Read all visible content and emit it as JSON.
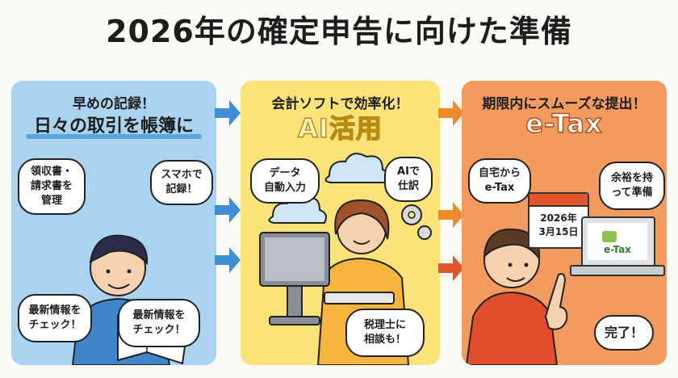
{
  "title": "2026年の確定申告に向けた準備",
  "panel1": {
    "heading1": "早めの記録！",
    "heading2": "日々の取引を帳簿に",
    "bubbles": [
      "領収書・\n請求書を\n管理",
      "スマホで\n記録！",
      "最新情報を\nチェック！",
      "最新情報を\nチェック！"
    ]
  },
  "panel2": {
    "heading1": "会計ソフトで効率化！",
    "heading2": "AI活用",
    "bubbles": [
      "データ\n自動入力",
      "AIで\n仕訳",
      "税理士に\n相談も！"
    ]
  },
  "panel3": {
    "heading1": "期限内にスムーズな提出！",
    "heading2": "e-Tax",
    "bubbles": [
      "自宅から\ne-Tax",
      "余裕を持\nって準備",
      "完了！"
    ],
    "calendar_text": "2026年\n3月15日",
    "laptop_text": "e-Tax"
  },
  "colors": {
    "panel1": "#a9d3f0",
    "panel2": "#fbe37a",
    "panel3": "#f39a5e",
    "arrow_blue": "#3d8fd6",
    "arrow_orange": "#ef8a2a"
  }
}
